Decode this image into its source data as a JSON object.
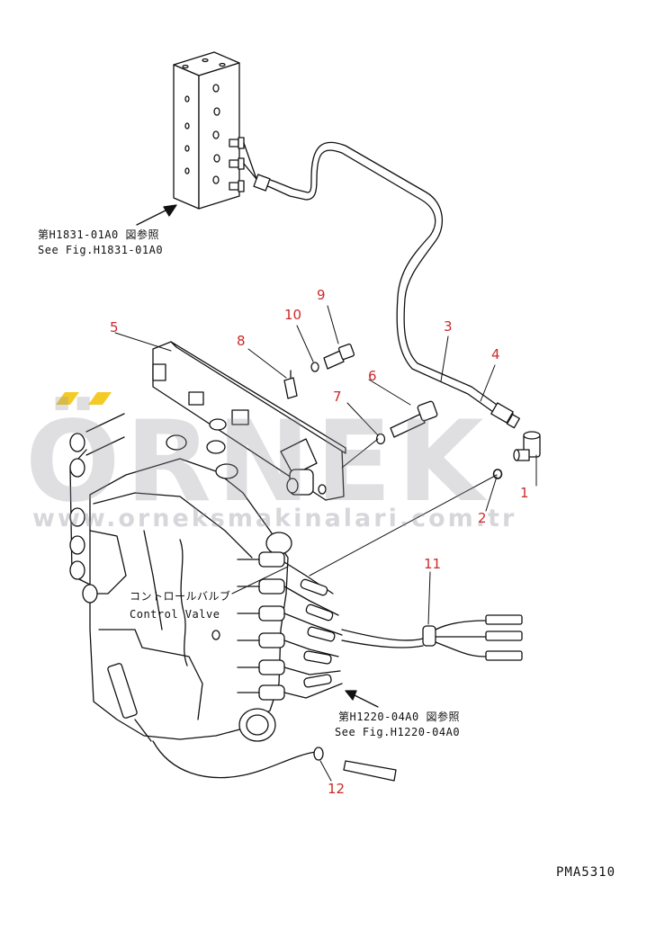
{
  "watermark": {
    "brand": "ÖRNEK",
    "url": "www.orneksmakinalari.com.tr",
    "accent_color": "#f2c200"
  },
  "parts": [
    {
      "id": "1",
      "label": "1"
    },
    {
      "id": "2",
      "label": "2"
    },
    {
      "id": "3",
      "label": "3"
    },
    {
      "id": "4",
      "label": "4"
    },
    {
      "id": "5",
      "label": "5"
    },
    {
      "id": "6",
      "label": "6"
    },
    {
      "id": "7",
      "label": "7"
    },
    {
      "id": "8",
      "label": "8"
    },
    {
      "id": "9",
      "label": "9"
    },
    {
      "id": "10",
      "label": "10"
    },
    {
      "id": "11",
      "label": "11"
    },
    {
      "id": "12",
      "label": "12"
    }
  ],
  "references": {
    "top": {
      "jp": "第H1831-01A0 図参照",
      "en": "See Fig.H1831-01A0"
    },
    "control_valve": {
      "jp": "コントロールバルブ",
      "en": "Control Valve"
    },
    "bottom": {
      "jp": "第H1220-04A0 図参照",
      "en": "See Fig.H1220-04A0"
    }
  },
  "drawing_code": "PMA5310",
  "colors": {
    "part_number": "#cc2a2a",
    "line": "#111111"
  }
}
